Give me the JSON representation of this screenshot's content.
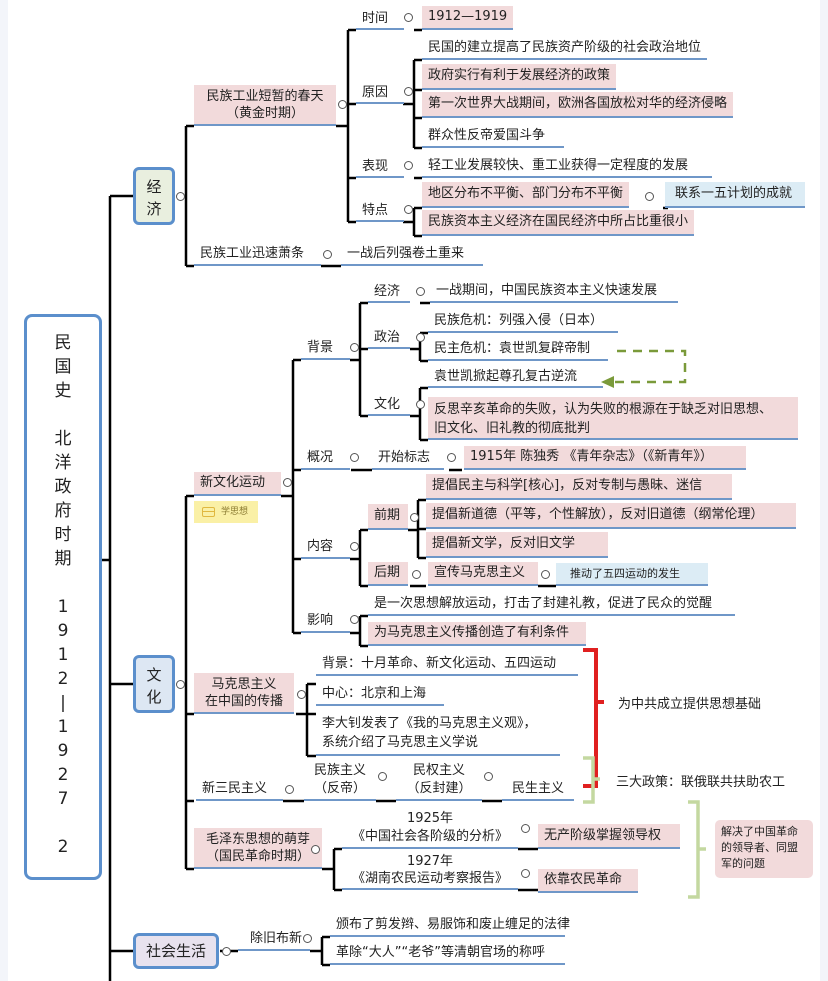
{
  "root": {
    "lines": [
      "民",
      "国",
      "史",
      "",
      "北",
      "洋",
      "政",
      "府",
      "时",
      "期",
      "",
      "1",
      "9",
      "1",
      "2",
      "|",
      "1",
      "9",
      "2",
      "7",
      "",
      "2"
    ]
  },
  "colors": {
    "branch_line": "#000000",
    "underline": "#6f97c8",
    "node_pink": "#f2dadb",
    "node_blue": "#dcecf5",
    "root_border": "#5b8fcc",
    "red_bracket": "#e02020",
    "green_bracket": "#c4d8a0",
    "dashed_arrow": "#7a9a3a",
    "note_bg": "#faf0a6"
  },
  "economy": {
    "label_1": "经",
    "label_2": "济",
    "spring": {
      "label_1": "民族工业短暂的春天",
      "label_2": "（黄金时期）",
      "time_label": "时间",
      "time_value": "1912—1919",
      "cause_label": "原因",
      "causes": [
        "民国的建立提高了民族资产阶级的社会政治地位",
        "政府实行有利于发展经济的政策",
        "第一次世界大战期间，欧洲各国放松对华的经济侵略",
        "群众性反帝爱国斗争"
      ],
      "perf_label": "表现",
      "perf_value": "轻工业发展较快、重工业获得一定程度的发展",
      "feat_label": "特点",
      "features": [
        "地区分布不平衡、部门分布不平衡",
        "民族资本主义经济在国民经济中所占比重很小"
      ],
      "feat_link": "联系一五计划的成就"
    },
    "decline": {
      "label": "民族工业迅速萧条",
      "value": "一战后列强卷土重来"
    }
  },
  "culture": {
    "label_1": "文",
    "label_2": "化",
    "nc": {
      "label": "新文化运动",
      "note": "学思想",
      "bg_label": "背景",
      "bg_econ_label": "经济",
      "bg_econ": "一战期间，中国民族资本主义快速发展",
      "bg_pol_label": "政治",
      "bg_pol": [
        "民族危机：列强入侵（日本）",
        "民主危机：袁世凯复辟帝制"
      ],
      "bg_cul_label": "文化",
      "bg_cul": [
        "袁世凯掀起尊孔复古逆流",
        "反思辛亥革命的失败，认为失败的根源在于缺乏对旧思想、",
        "旧文化、旧礼教的彻底批判"
      ],
      "ov_label": "概况",
      "ov_sub": "开始标志",
      "ov_value": "1915年 陈独秀 《青年杂志》（《新青年》）",
      "ct_label": "内容",
      "early_label": "前期",
      "early": [
        "提倡民主与科学[核心]，反对专制与愚昧、迷信",
        "提倡新道德（平等，个性解放），反对旧道德（纲常伦理）",
        "提倡新文学，反对旧文学"
      ],
      "late_label": "后期",
      "late": "宣传马克思主义",
      "late_link": "推动了五四运动的发生",
      "imp_label": "影响",
      "impacts": [
        "是一次思想解放运动，打击了封建礼教，促进了民众的觉醒",
        "为马克思主义传播创造了有利条件"
      ]
    },
    "marx": {
      "label_1": "马克思主义",
      "label_2": "在中国的传播",
      "items": [
        "背景：十月革命、新文化运动、五四运动",
        "中心：北京和上海",
        "李大钊发表了《我的马克思主义观》，",
        "系统介绍了马克思主义学说"
      ],
      "summary": "为中共成立提供思想基础"
    },
    "san": {
      "label": "新三民主义",
      "p1_1": "民族主义",
      "p1_2": "（反帝）",
      "p2_1": "民权主义",
      "p2_2": "（反封建）",
      "p3": "民生主义",
      "summary": "三大政策：联俄联共扶助农工"
    },
    "mao": {
      "label_1": "毛泽东思想的萌芽",
      "label_2": "（国民革命时期）",
      "w1_year": "1925年",
      "w1_title": "《中国社会各阶级的分析》",
      "w1_point": "无产阶级掌握领导权",
      "w2_year": "1927年",
      "w2_title": "《湖南农民运动考察报告》",
      "w2_point": "依靠农民革命",
      "summary": "解决了中国革命的领导者、同盟军的问题"
    }
  },
  "society": {
    "label": "社会生活",
    "sub": "除旧布新",
    "items": [
      "颁布了剪发辫、易服饰和废止缠足的法律",
      "革除“大人”“老爷”等清朝官场的称呼"
    ]
  }
}
